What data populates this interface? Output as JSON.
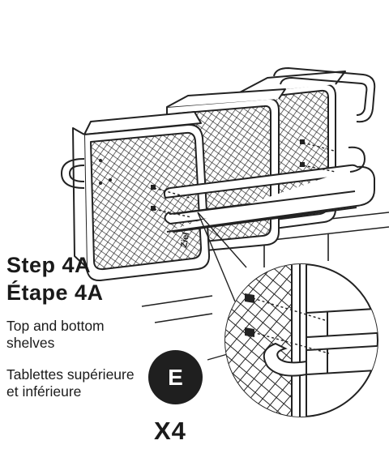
{
  "step": {
    "en": "Step 4A",
    "fr": "Étape 4A"
  },
  "caption": {
    "en": "Top and bottom shelves",
    "fr": "Tablettes supérieure et inférieure"
  },
  "part": {
    "label": "E",
    "quantity": "X4"
  },
  "illustration": {
    "logo_text": "Ziel"
  }
}
